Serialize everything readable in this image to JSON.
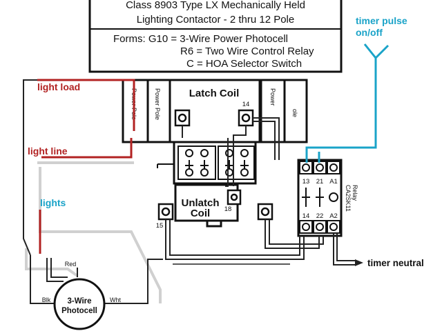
{
  "header": {
    "line1": "Class 8903 Type LX Mechanically Held",
    "line2": "Lighting Contactor - 2 thru 12 Pole",
    "forms": [
      "Forms:  G10 = 3-Wire Power Photocell",
      "R6 = Two Wire Control Relay",
      "C = HOA Selector Switch"
    ]
  },
  "contactor": {
    "latch_coil": "Latch Coil",
    "unlatch_coil_line1": "Unlatch",
    "unlatch_coil_line2": "Coil",
    "power_pole_1": "Power Pole",
    "power_pole_2": "Power Pole",
    "power_pole_3": "Power",
    "power_pole_4": "ole",
    "terminal_14": "14",
    "terminal_15": "15",
    "terminal_18": "18"
  },
  "relay": {
    "model": "CA2SK11",
    "caption": "Relay",
    "top_terminals": [
      "13",
      "21",
      "A1"
    ],
    "bottom_terminals": [
      "14",
      "22",
      "A2"
    ]
  },
  "labels": {
    "light_load": "light load",
    "light_line": "light line",
    "lights": "lights",
    "timer_pulse_line1": "timer pulse",
    "timer_pulse_line2": "on/off",
    "timer_neutral": "timer neutral"
  },
  "photocell": {
    "line1": "3-Wire",
    "line2": "Photocell",
    "red": "Red",
    "blk": "Blk",
    "wht": "Wht"
  },
  "colors": {
    "wire_red": "#b22222",
    "wire_cyan": "#1aa3c8",
    "wire_black": "#222222",
    "wire_gray": "#d0d0d0"
  }
}
